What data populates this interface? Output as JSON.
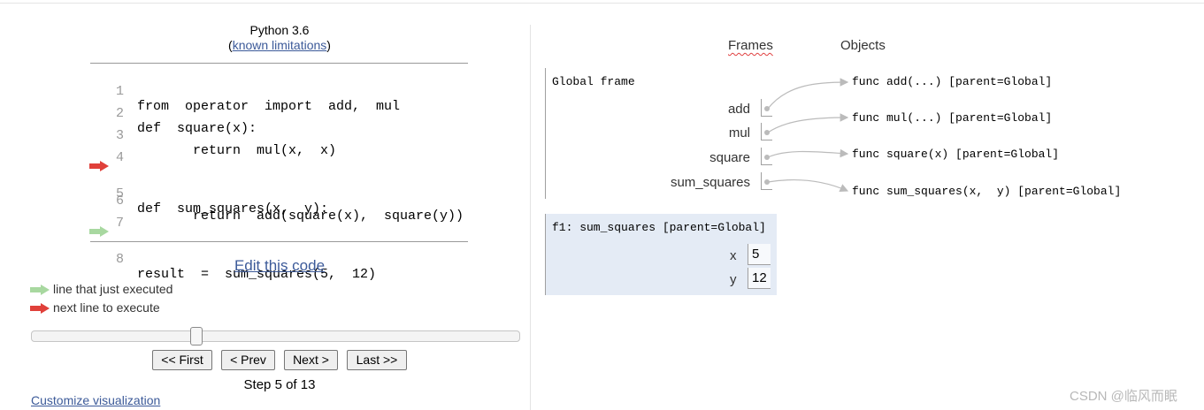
{
  "header": {
    "language": "Python 3.6",
    "limits_open": "(",
    "limits_link": "known limitations",
    "limits_close": ")"
  },
  "code_lines": [
    {
      "num": "1",
      "text": "from  operator  import  add,  mul"
    },
    {
      "num": "2",
      "text": "def  square(x):"
    },
    {
      "num": "3",
      "text": "       return  mul(x,  x)"
    },
    {
      "num": "4",
      "text": ""
    },
    {
      "num": "5",
      "text": "def  sum_squares(x,  y):"
    },
    {
      "num": "6",
      "text": "       return  add(square(x),  square(y))"
    },
    {
      "num": "7",
      "text": ""
    },
    {
      "num": "8",
      "text": "result  =  sum_squares(5,  12)"
    }
  ],
  "edit_link": "Edit this code",
  "legend": {
    "executed": "line that just executed",
    "next": "next line to execute"
  },
  "slider": {
    "step": 5,
    "total": 13
  },
  "buttons": {
    "first": "<< First",
    "prev": "< Prev",
    "next": "Next >",
    "last": "Last >>"
  },
  "step_text": "Step 5 of 13",
  "customize_link": "Customize visualization",
  "viz": {
    "frames_header": "Frames",
    "objects_header": "Objects",
    "global_frame": {
      "title": "Global frame",
      "vars": [
        "add",
        "mul",
        "square",
        "sum_squares"
      ]
    },
    "objects": [
      "func add(...) [parent=Global]",
      "func mul(...) [parent=Global]",
      "func square(x) [parent=Global]",
      "func sum_squares(x,  y) [parent=Global]"
    ],
    "f1_frame": {
      "title": "f1: sum_squares [parent=Global]",
      "vars": [
        {
          "name": "x",
          "value": "5"
        },
        {
          "name": "y",
          "value": "12"
        }
      ]
    }
  },
  "watermark": "CSDN @临风而眠",
  "colors": {
    "executed_arrow": "#a8d8a0",
    "next_arrow": "#e0403a",
    "link": "#3c5a99",
    "frame_bg": "#e4ebf5"
  }
}
